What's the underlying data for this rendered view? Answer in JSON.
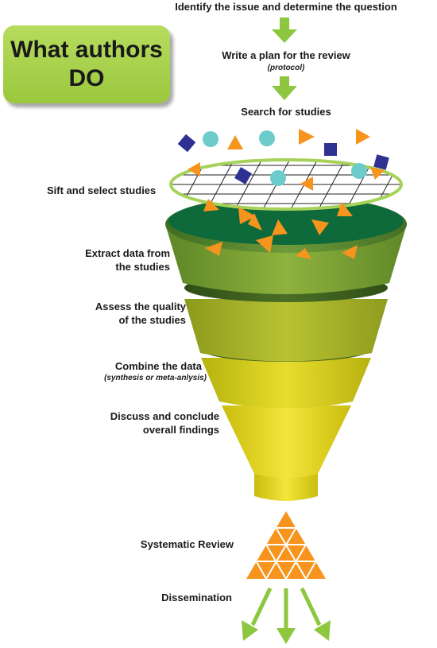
{
  "title": {
    "line1": "What authors",
    "line2": "DO"
  },
  "steps": {
    "identify": "Identify the issue and determine the question",
    "plan": "Write a plan for the review",
    "plan_note": "(protocol)",
    "search": "Search for studies",
    "sift": "Sift and select studies",
    "extract_1": "Extract data from",
    "extract_2": "the studies",
    "assess_1": "Assess the quality",
    "assess_2": "of the studies",
    "combine": "Combine the data",
    "combine_note": "(synthesis or meta-anlysis)",
    "discuss_1": "Discuss and conclude",
    "discuss_2": "overall findings",
    "review": "Systematic Review",
    "dissemination": "Dissemination"
  },
  "colors": {
    "arrow_green": "#8dc63f",
    "title_box": "#a6cf4a",
    "funnel_top": "#4f7f2a",
    "funnel_mouth": "#0e6a3a",
    "funnel_bottom": "#e3d21a",
    "triangle_orange": "#f7941d",
    "square_navy": "#2e3192",
    "circle_teal": "#6ccccc"
  }
}
